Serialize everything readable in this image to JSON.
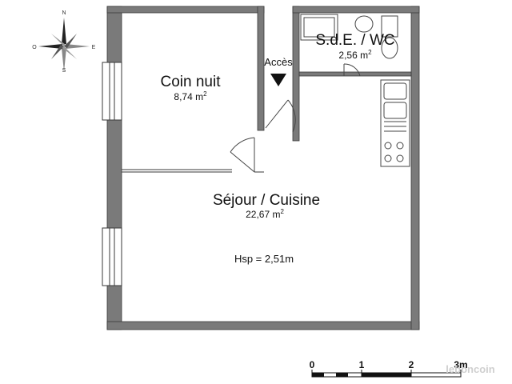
{
  "compass": {
    "north": "N",
    "south": "S",
    "east": "E",
    "west": "O"
  },
  "rooms": {
    "bedroom": {
      "name": "Coin nuit",
      "area_value": "8,74 m",
      "area_exp": "2"
    },
    "bathroom": {
      "name": "S.d.E. / WC",
      "area_value": "2,56 m",
      "area_exp": "2"
    },
    "living": {
      "name": "Séjour / Cuisine",
      "area_value": "22,67 m",
      "area_exp": "2"
    }
  },
  "access_label": "Accès",
  "ceiling_height": "Hsp = 2,51m",
  "scale": {
    "ticks": [
      "0",
      "1",
      "2",
      "3m"
    ]
  },
  "watermark": "leboncoin",
  "colors": {
    "wall": "#7a7a7a",
    "wall_outline": "#3a3a3a",
    "line": "#333333",
    "watermark": "#cfcfcf"
  }
}
